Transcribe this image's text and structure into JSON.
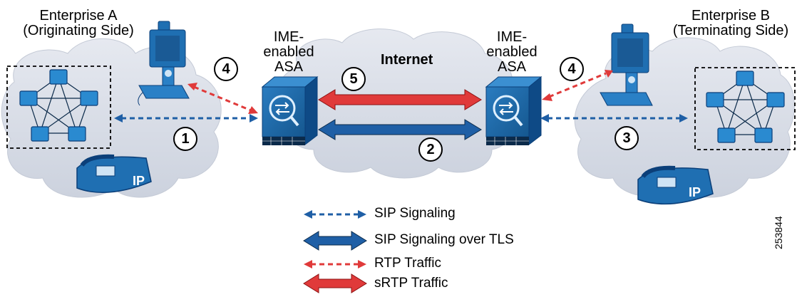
{
  "enterprise_a": {
    "line1": "Enterprise A",
    "line2": "(Originating Side)"
  },
  "enterprise_b": {
    "line1": "Enterprise B",
    "line2": "(Terminating Side)"
  },
  "asa_left": {
    "line1": "IME-",
    "line2": "enabled",
    "line3": "ASA"
  },
  "asa_right": {
    "line1": "IME-",
    "line2": "enabled",
    "line3": "ASA"
  },
  "internet_label": "Internet",
  "ip_phone_label": "IP",
  "badges": [
    "1",
    "2",
    "3",
    "4",
    "4",
    "5"
  ],
  "legend": [
    {
      "label": "SIP Signaling",
      "style": "dashed-blue"
    },
    {
      "label": "SIP Signaling over TLS",
      "style": "solid-blue"
    },
    {
      "label": "RTP Traffic",
      "style": "dashed-red"
    },
    {
      "label": "sRTP Traffic",
      "style": "solid-red"
    }
  ],
  "figure_id": "253844",
  "colors": {
    "cloud": "#d9dee8",
    "device_blue": "#1f6fb2",
    "dark_blue": "#0b3f79",
    "red": "#e03a3a",
    "blue_arrow": "#1f5fa6"
  }
}
